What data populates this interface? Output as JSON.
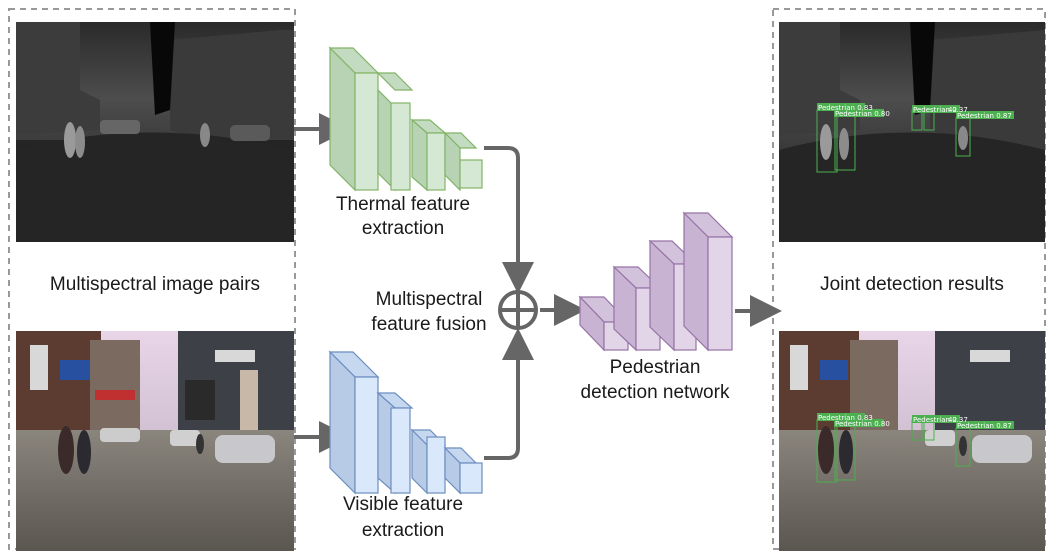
{
  "labels": {
    "image_pairs": "Multispectral image pairs",
    "thermal_extraction": [
      "Thermal feature",
      "extraction"
    ],
    "visible_extraction": [
      "Visible feature",
      "extraction"
    ],
    "fusion": [
      "Multispectral",
      "feature fusion"
    ],
    "detection_network": [
      "Pedestrian",
      "detection network"
    ],
    "results": "Joint detection results"
  },
  "detections": {
    "thermal": [
      "Pedestrian 0.83",
      "Pedestrian 0.80",
      "Pedestrian 0.37",
      "42",
      "Pedestrian 0.87"
    ],
    "visible": [
      "Pedestrian 0.83",
      "Pedestrian 0.80",
      "Pedestrian 0.37",
      "42",
      "Pedestrian 0.87"
    ]
  },
  "colors": {
    "thermal_block": "#d5e8d4",
    "thermal_stroke": "#82b366",
    "visible_block": "#dae8fc",
    "visible_stroke": "#6c8ebf",
    "detector_block": "#e1d5e7",
    "detector_stroke": "#9673a6",
    "arrow": "#666666",
    "detection_box": "#4caf50"
  },
  "icons": [
    "fusion-sum-icon",
    "arrow-icon"
  ]
}
